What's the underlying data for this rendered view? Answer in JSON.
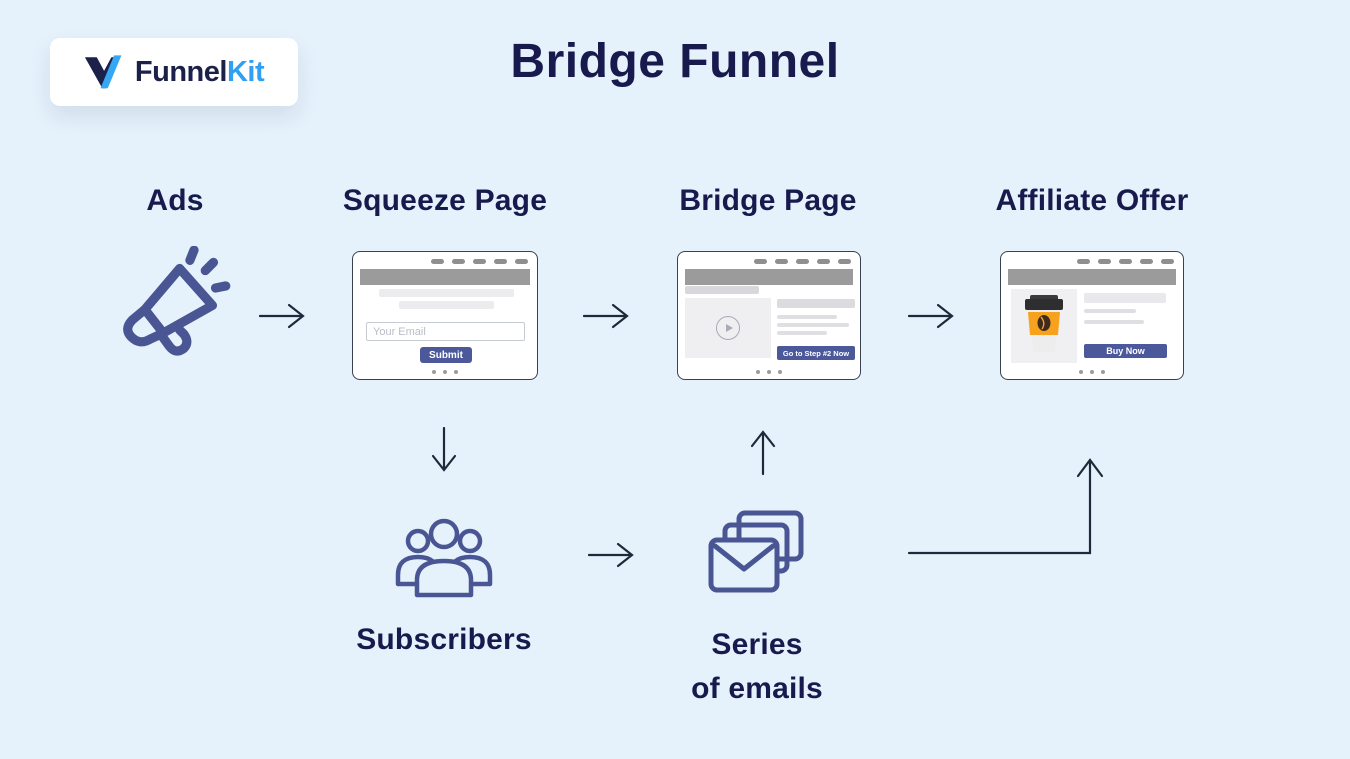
{
  "page": {
    "title": "Bridge Funnel",
    "background_color": "#E5F2FC"
  },
  "logo": {
    "brand_part1": "Funnel",
    "brand_part2": "Kit",
    "icon": "funnelkit-v-slash-mark",
    "navy": "#1B2149",
    "blue": "#31A0F2"
  },
  "colors": {
    "heading_navy": "#181A4E",
    "icon_indigo": "#4A5694",
    "button_indigo": "#4B599B",
    "arrow_dark": "#20293A",
    "browser_header_gray": "#9B9B9B",
    "cup_orange": "#F6A21E"
  },
  "stages": {
    "ads": {
      "label": "Ads",
      "icon": "megaphone-icon"
    },
    "squeeze_page": {
      "label": "Squeeze Page",
      "email_placeholder": "Your Email",
      "submit_label": "Submit"
    },
    "bridge_page": {
      "label": "Bridge Page",
      "cta_label": "Go to Step #2 Now",
      "icon": "play-icon"
    },
    "affiliate_offer": {
      "label": "Affiliate Offer",
      "cta_label": "Buy Now",
      "icon": "coffee-cup-icon"
    },
    "subscribers": {
      "label": "Subscribers",
      "icon": "people-icon"
    },
    "series_of_emails": {
      "label_line1": "Series",
      "label_line2": "of emails",
      "icon": "envelopes-icon"
    }
  }
}
